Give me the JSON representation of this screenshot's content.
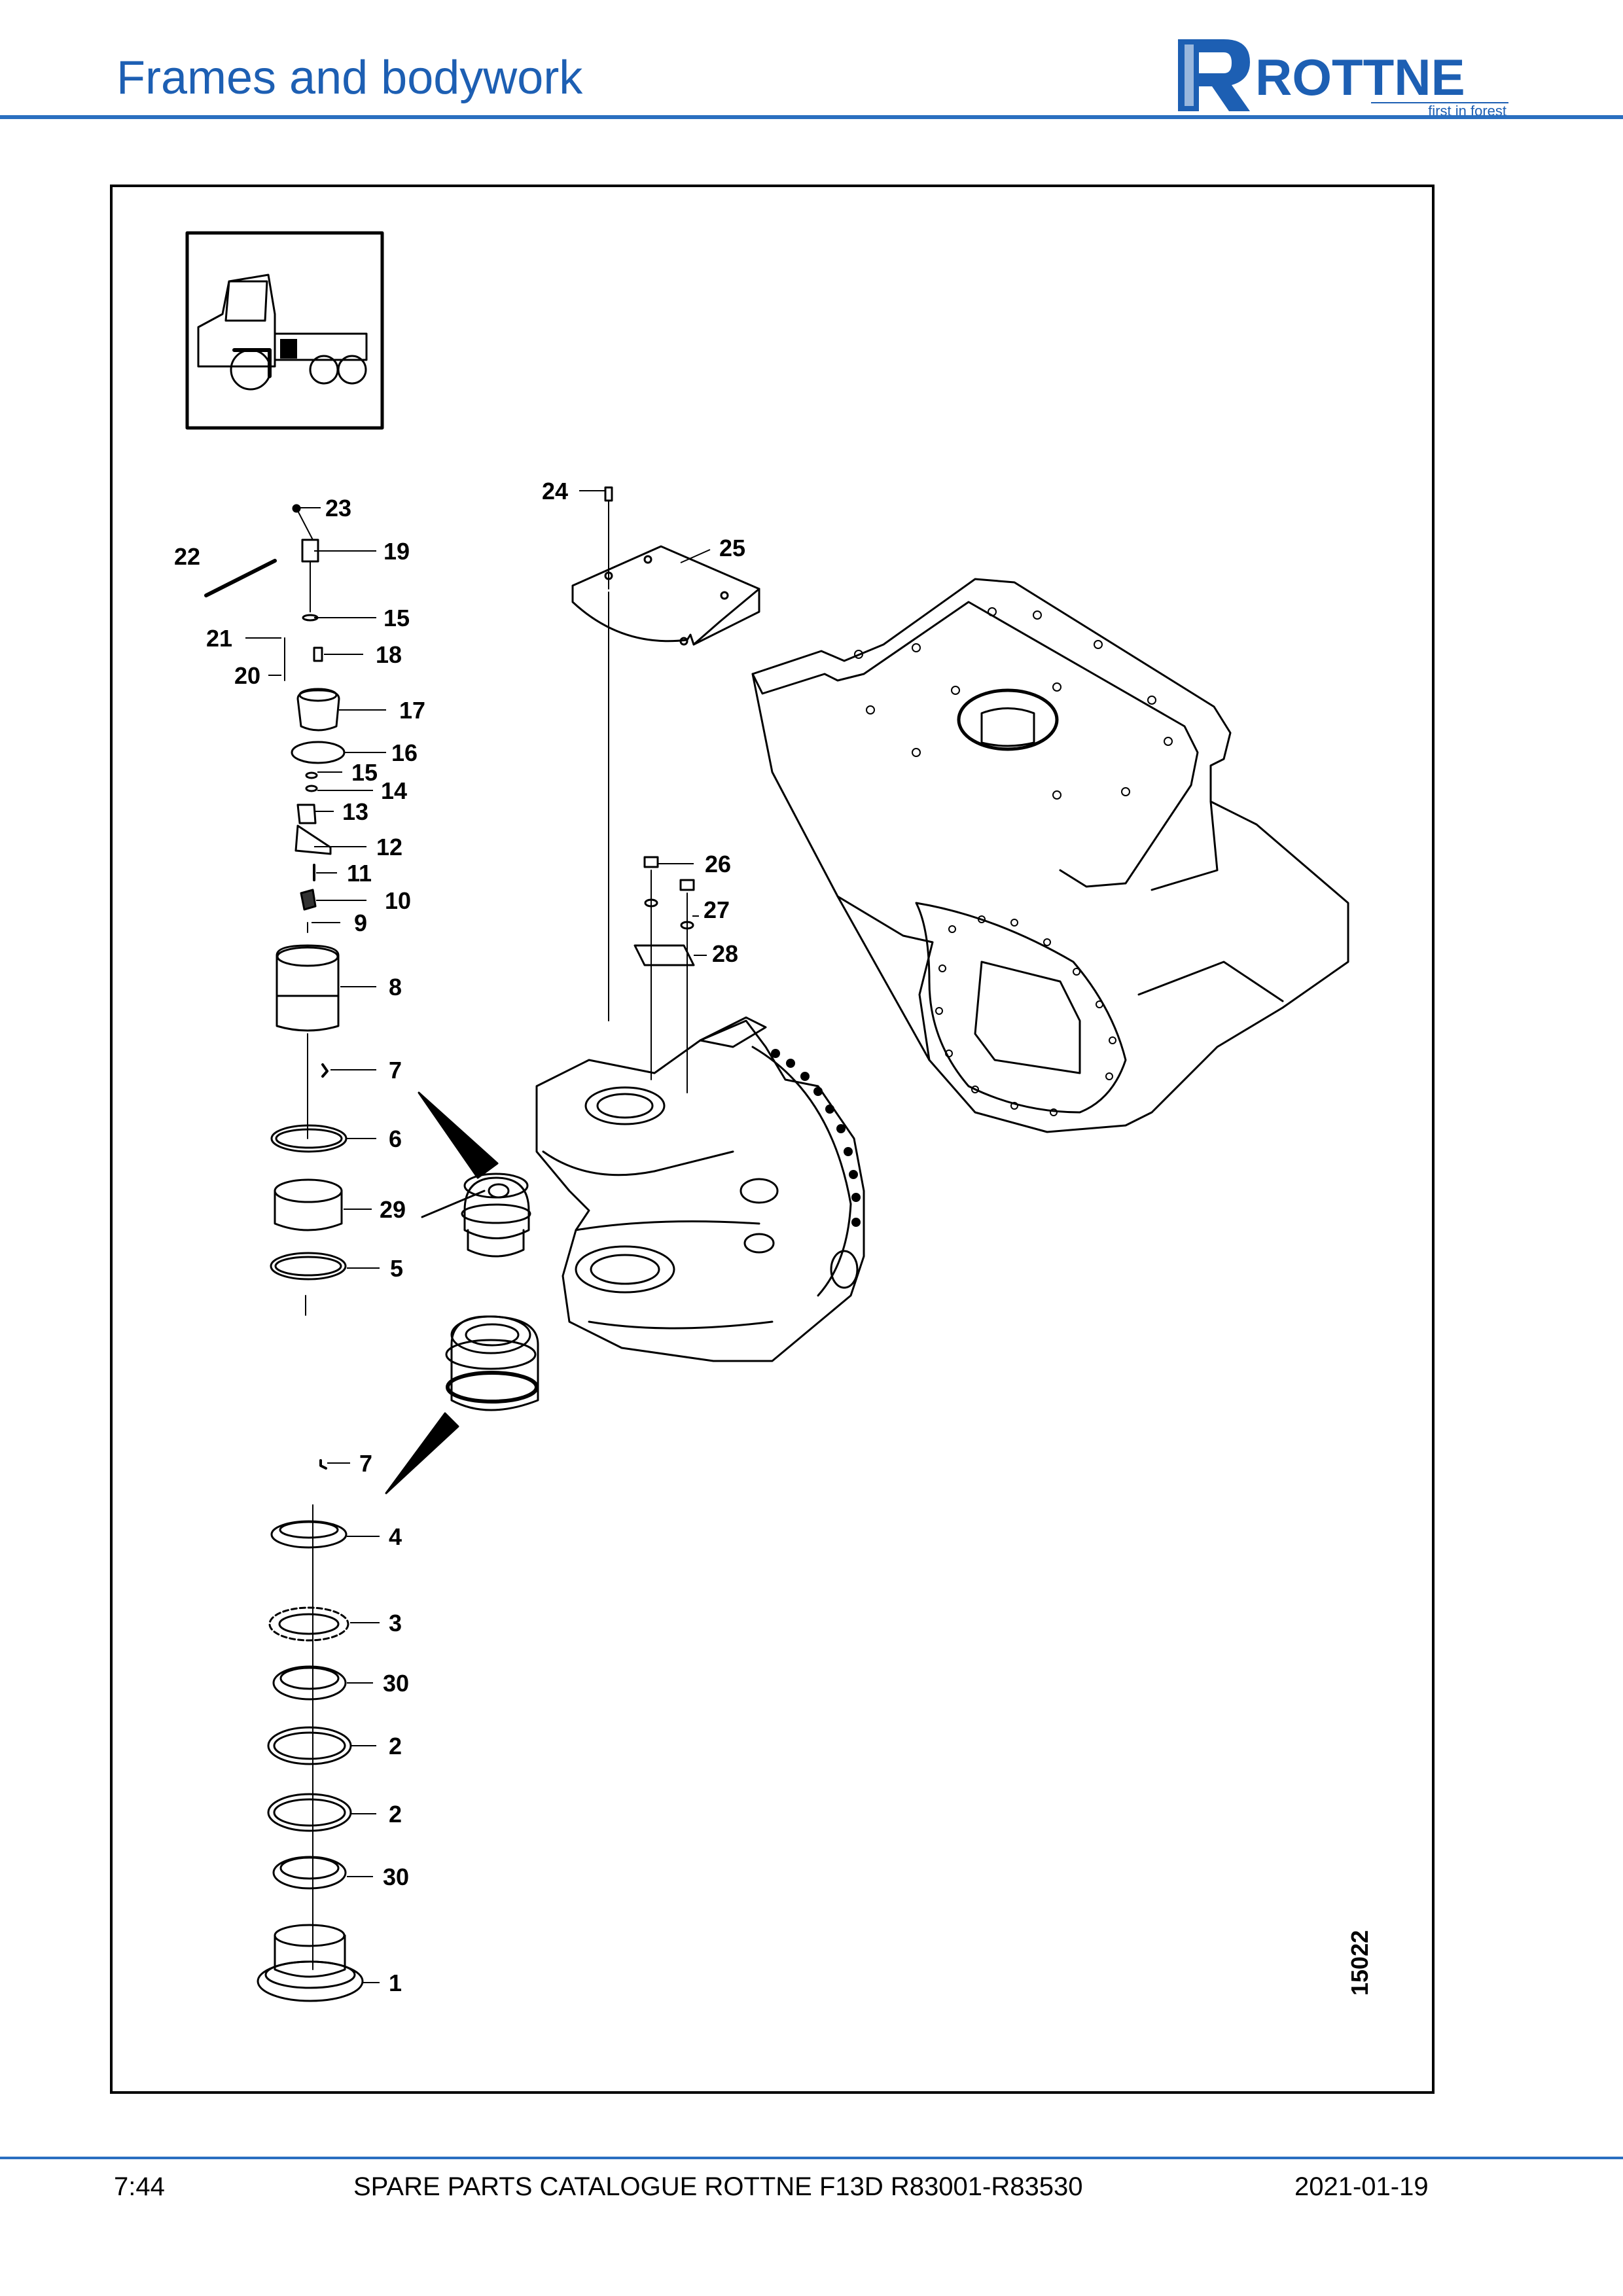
{
  "header": {
    "title": "Frames and bodywork",
    "brand": "ROTTNE",
    "tagline": "first in forest",
    "brand_color": "#1d5fb3"
  },
  "figure": {
    "drawing_number": "15022",
    "callouts": [
      "23",
      "22",
      "19",
      "15",
      "21",
      "18",
      "20",
      "17",
      "16",
      "15",
      "14",
      "13",
      "12",
      "11",
      "10",
      "9",
      "8",
      "7",
      "6",
      "29",
      "5",
      "7",
      "4",
      "3",
      "30",
      "2",
      "2",
      "30",
      "1",
      "24",
      "25",
      "26",
      "27",
      "28"
    ]
  },
  "footer": {
    "page": "7:44",
    "catalogue": "SPARE PARTS CATALOGUE ROTTNE F13D R83001-R83530",
    "date": "2021-01-19"
  }
}
